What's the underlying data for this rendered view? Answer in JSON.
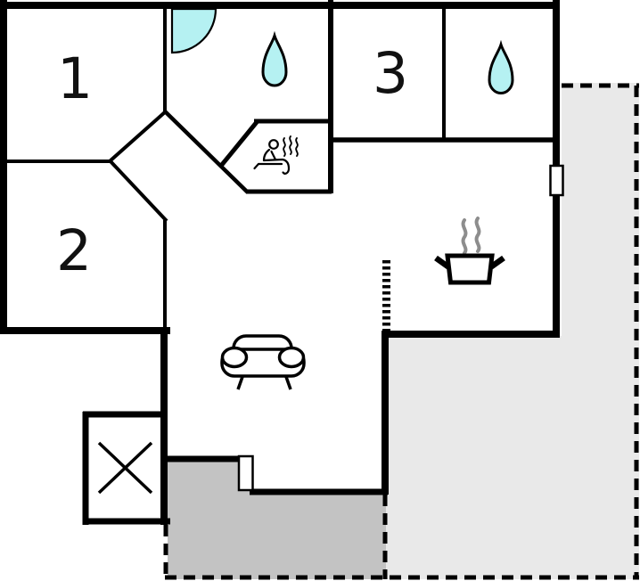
{
  "colors": {
    "wall": "#000000",
    "water": "#b5f1f2",
    "terrace_covered": "#c3c3c3",
    "terrace_open": "#e9e9e9",
    "steam_gray": "#8d8d8d",
    "white": "#ffffff"
  },
  "rooms": [
    {
      "number": "1"
    },
    {
      "number": "2"
    },
    {
      "number": "3"
    }
  ],
  "icons": [
    "shower-icon",
    "water-drop-icon",
    "water-drop-icon",
    "sauna-person-icon",
    "cooking-pot-icon",
    "sofa-icon",
    "x-mark-icon",
    "window-marker",
    "door-marker"
  ]
}
